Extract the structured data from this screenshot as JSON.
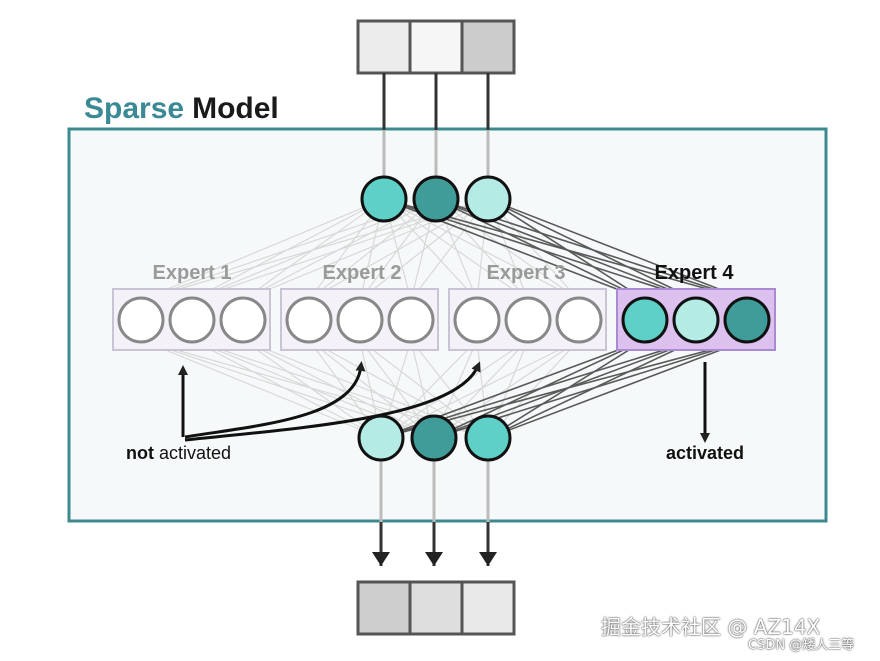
{
  "title": {
    "word1": "Sparse",
    "word2": "Model"
  },
  "experts": [
    {
      "label": "Expert 1",
      "active": false
    },
    {
      "label": "Expert 2",
      "active": false
    },
    {
      "label": "Expert 3",
      "active": false
    },
    {
      "label": "Expert 4",
      "active": true
    }
  ],
  "annotations": {
    "not_activated_bold": "not",
    "not_activated_rest": "activated",
    "activated": "activated"
  },
  "watermark": {
    "line1": "掘金技术社区 @ AZ14X",
    "line2": "CSDN @矮人三等"
  },
  "colors": {
    "teal_title": "#3a8a96",
    "frame": "#3d8a8e",
    "panel_bg": "#f6f9fa",
    "expert4_bg": "#dcc1ee",
    "expert4_border": "#a98bd1",
    "node_light": "#b5ebe5",
    "node_mid": "#5fd0c8",
    "node_dark": "#3f9c99"
  }
}
